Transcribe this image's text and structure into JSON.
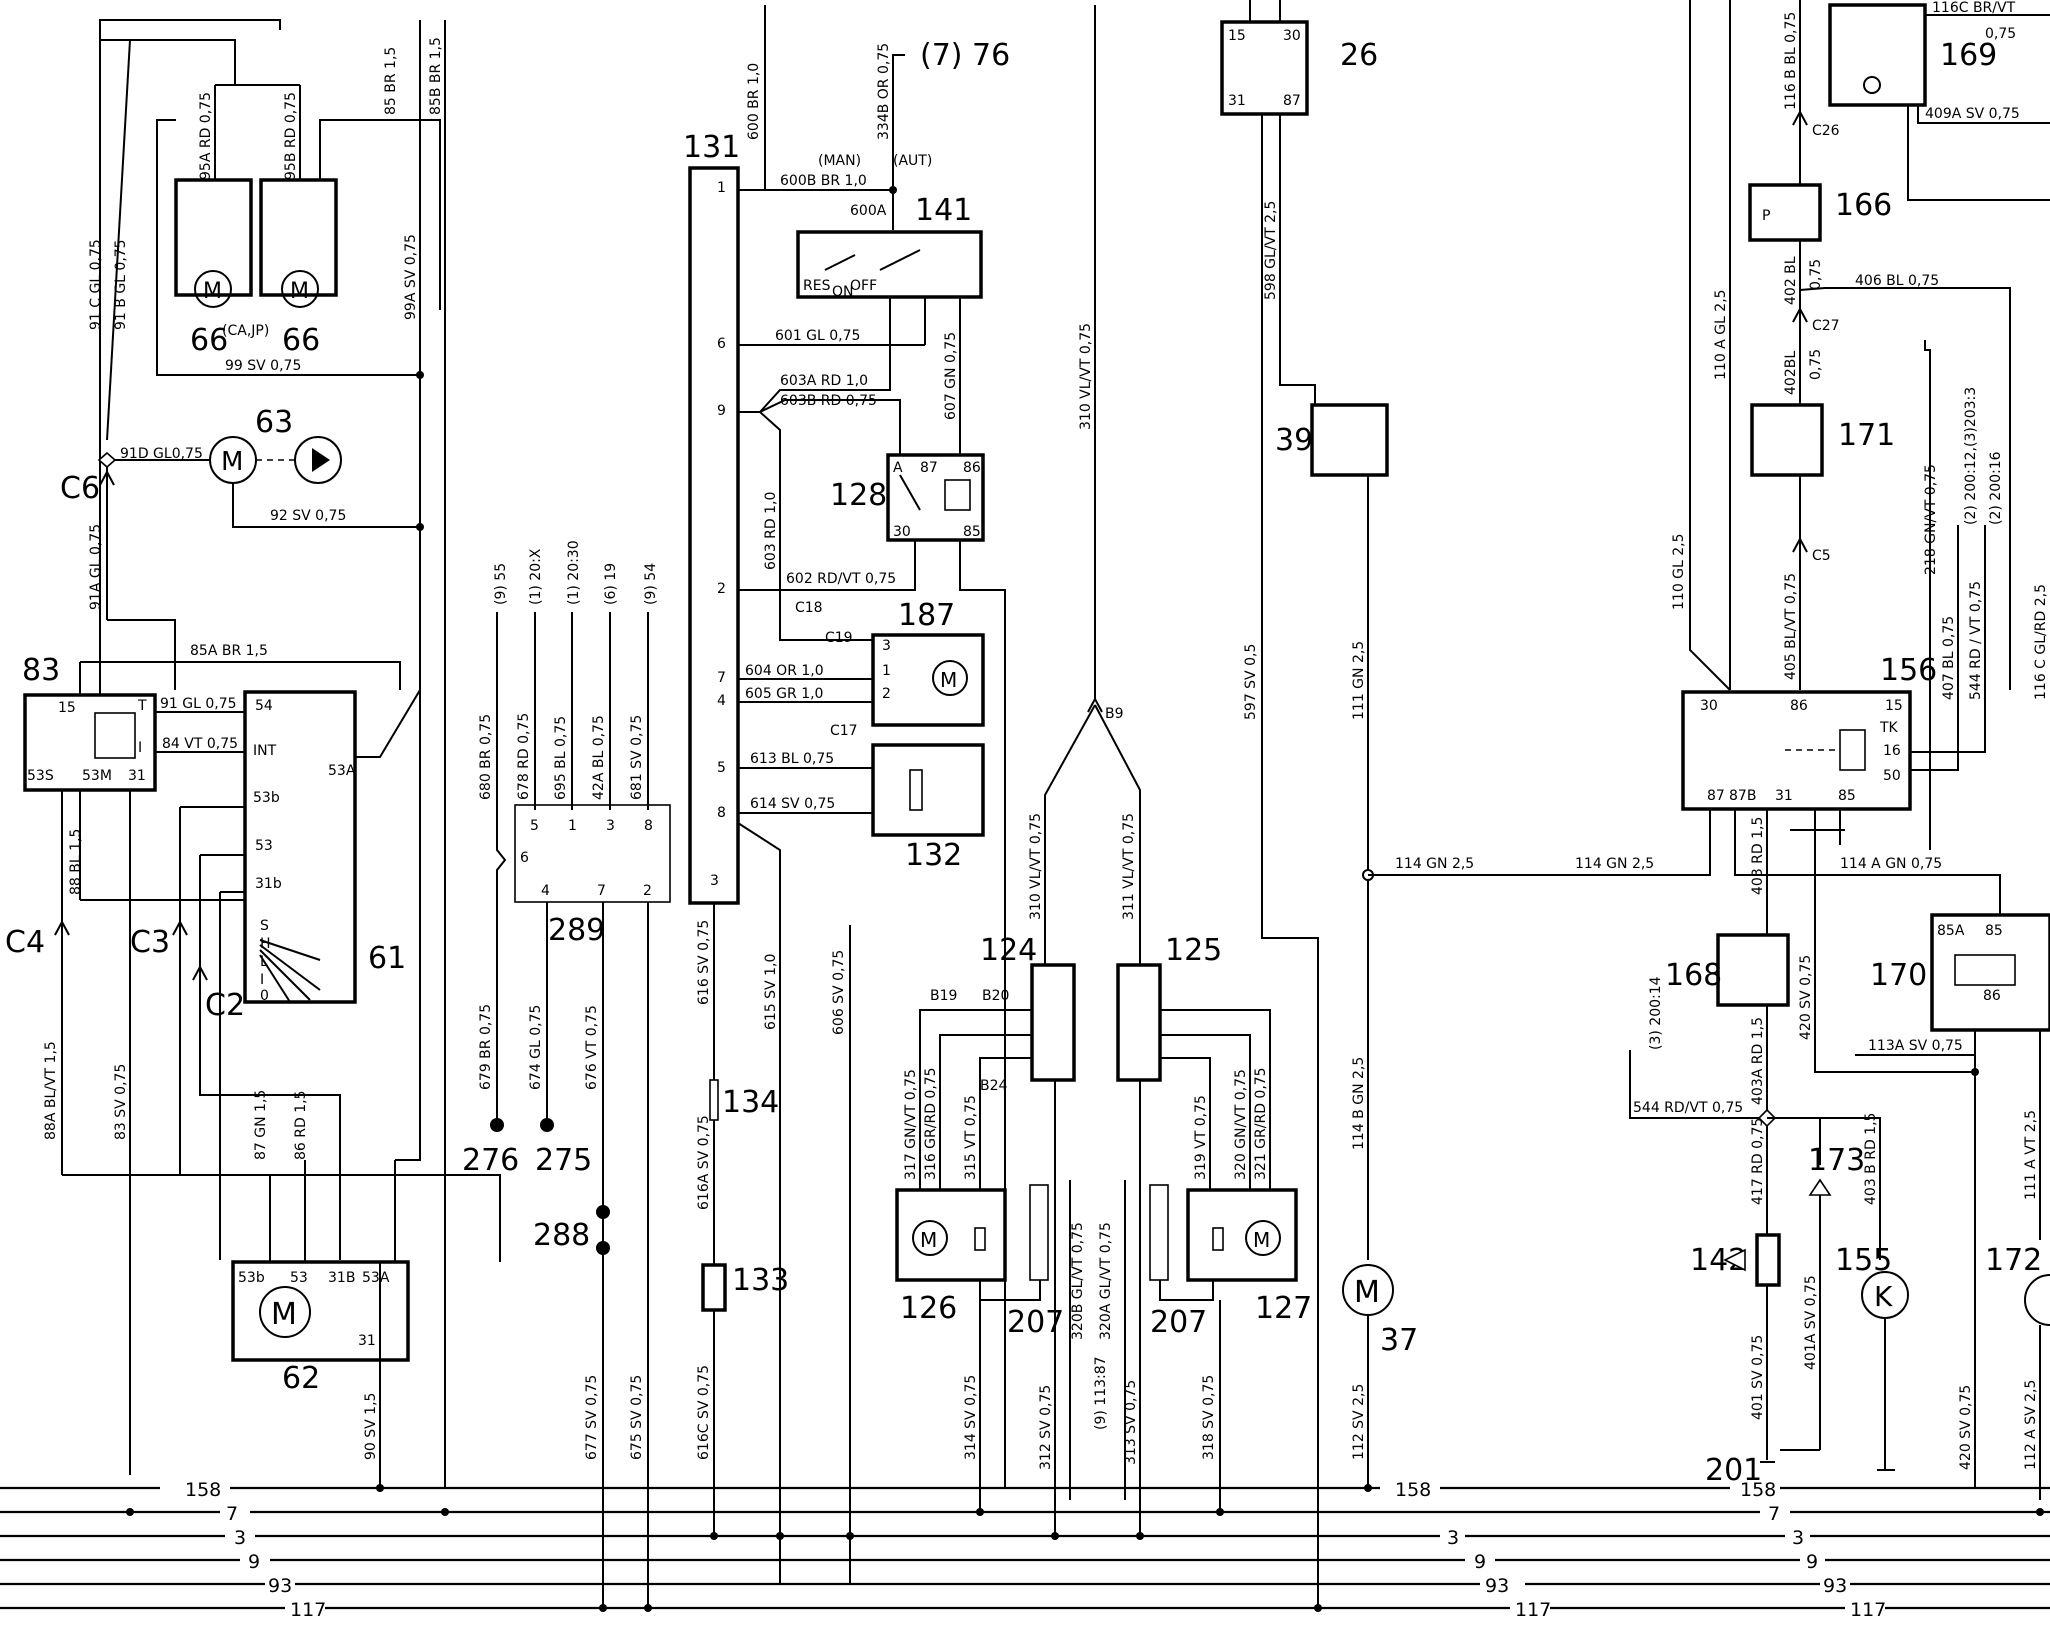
{
  "components": [
    {
      "id": "66",
      "label": "66"
    },
    {
      "id": "66b",
      "label": "66"
    },
    {
      "id": "66-market",
      "label": "(CA,JP)"
    },
    {
      "id": "63",
      "label": "63"
    },
    {
      "id": "83",
      "label": "83"
    },
    {
      "id": "61",
      "label": "61"
    },
    {
      "id": "62",
      "label": "62"
    },
    {
      "id": "131",
      "label": "131"
    },
    {
      "id": "141",
      "label": "141"
    },
    {
      "id": "128",
      "label": "128"
    },
    {
      "id": "187",
      "label": "187"
    },
    {
      "id": "132",
      "label": "132"
    },
    {
      "id": "289",
      "label": "289"
    },
    {
      "id": "134",
      "label": "134"
    },
    {
      "id": "133",
      "label": "133"
    },
    {
      "id": "276",
      "label": "276"
    },
    {
      "id": "275",
      "label": "275"
    },
    {
      "id": "288",
      "label": "288"
    },
    {
      "id": "124",
      "label": "124"
    },
    {
      "id": "125",
      "label": "125"
    },
    {
      "id": "126",
      "label": "126"
    },
    {
      "id": "127",
      "label": "127"
    },
    {
      "id": "207a",
      "label": "207"
    },
    {
      "id": "207b",
      "label": "207"
    },
    {
      "id": "26",
      "label": "26"
    },
    {
      "id": "39",
      "label": "39"
    },
    {
      "id": "37",
      "label": "37"
    },
    {
      "id": "169",
      "label": "169"
    },
    {
      "id": "166",
      "label": "166"
    },
    {
      "id": "171",
      "label": "171"
    },
    {
      "id": "156",
      "label": "156"
    },
    {
      "id": "168",
      "label": "168"
    },
    {
      "id": "155",
      "label": "155"
    },
    {
      "id": "173",
      "label": "173"
    },
    {
      "id": "142",
      "label": "142"
    },
    {
      "id": "170",
      "label": "170"
    },
    {
      "id": "172",
      "label": "172"
    },
    {
      "id": "201",
      "label": "201"
    }
  ],
  "connectors": [
    "C6",
    "C4",
    "C3",
    "C2",
    "C18",
    "C19",
    "C17",
    "B9",
    "B19",
    "B20",
    "B24",
    "C26",
    "C27",
    "C5"
  ],
  "wires": {
    "w91c": "91 C GL 0,75",
    "w91b": "91 B GL 0,75",
    "w85b": "85 BR 1,5",
    "w85bb": "85B BR 1,5",
    "w95a": "95A RD 0,75",
    "w95b": "95B RD 0,75",
    "w99a": "99A SV 0,75",
    "w99": "99 SV 0,75",
    "w91d": "91D GL0,75",
    "w92": "92 SV 0,75",
    "w91a": "91A GL 0,75",
    "w85a": "85A BR 1,5",
    "w91g": "91 GL 0,75",
    "w84": "84 VT 0,75",
    "w88": "88 BL 1,5",
    "w88a": "88A BL/VT 1,5",
    "w83": "83 SV 0,75",
    "w87": "87 GN 1,5",
    "w86": "86 RD 1,5",
    "w90": "90 SV 1,5",
    "w600": "600 BR 1,0",
    "w334b": "334B OR 0,75",
    "w600b": "600B BR 1,0",
    "w600a": "600A",
    "w601": "601 GL 0,75",
    "w603a": "603A RD 1,0",
    "w603b": "603B RD 0,75",
    "w607": "607 GN 0,75",
    "w603": "603 RD 1,0",
    "w602": "602 RD/VT 0,75",
    "w604": "604 OR 1,0",
    "w605": "605 GR 1,0",
    "w613": "613 BL 0,75",
    "w614": "614 SV 0,75",
    "w616": "616 SV 0,75",
    "w615": "615 SV 1,0",
    "w606": "606 SV 0,75",
    "w616a": "616A SV 0,75",
    "w616c": "616C SV 0,75",
    "w680": "680 BR 0,75",
    "w678": "678 RD 0,75",
    "w695": "695 BL 0,75",
    "w42a": "42A BL 0,75",
    "w681": "681 SV 0,75",
    "w679": "679 BR 0,75",
    "w674": "674 GL 0,75",
    "w676": "676 VT 0,75",
    "w677": "677 SV 0,75",
    "w675": "675 SV 0,75",
    "w310": "310 VL/VT 0,75",
    "w310b": "310 VL/VT 0,75",
    "w311": "311 VL/VT 0,75",
    "w317": "317 GN/VT 0,75",
    "w316": "316 GR/RD 0,75",
    "w315": "315 VT 0,75",
    "w319": "319 VT 0,75",
    "w320": "320 GN/VT 0,75",
    "w321": "321 GR/RD 0,75",
    "w320b": "320B GL/VT 0,75",
    "w320a": "320A GL/VT 0,75",
    "w314": "314 SV 0,75",
    "w312": "312 SV 0,75",
    "w313": "313 SV 0,75",
    "w318": "318 SV 0,75",
    "w598": "598 GL/VT 2,5",
    "w597": "597 SV 0,5",
    "w111": "111 GN 2,5",
    "w114": "114 GN 2,5",
    "w114r": "114 GN 2,5",
    "w114b": "114 B GN 2,5",
    "w112": "112 SV 2,5",
    "w116b": "116 B BL 0,75",
    "w116c": "116C BR/VT",
    "w116c_b": "0,75",
    "w409a": "409A SV 0,75",
    "w402b": "402 BL",
    "w402b_b": "0,75",
    "w406": "406 BL 0,75",
    "w110a": "110 A GL 2,5",
    "w402bl": "402BL",
    "w402bl_b": "0,75",
    "w110": "110 GL 2,5",
    "w405": "405 BL/VT 0,75",
    "w218": "218 GN/VT 0,75",
    "w407": "407 BL 0,75",
    "w544": "544 RD / VT 0,75",
    "w116cg": "116 C GL/RD 2,5",
    "w114a": "114 A GN 0,75",
    "w403": "403 RD 1,5",
    "w420": "420 SV 0,75",
    "w113a": "113A SV 0,75",
    "w544b": "544 RD/VT 0,75",
    "w403a": "403A RD 1,5",
    "w417": "417 RD 0,75",
    "w403b": "403 B RD 1,5",
    "w111a": "111 A VT 2,5",
    "w401a": "401A SV 0,75",
    "w401": "401 SV 0,75",
    "w420b": "420 SV 0,75",
    "w112a": "112 A SV 2,5"
  },
  "cross_refs": {
    "r1": "(9) 55",
    "r2": "(1) 20:X",
    "r3": "(1) 20:30",
    "r4": "(6) 19",
    "r5": "(9) 54",
    "r6": "(7) 76",
    "r7": "(9) 113:87",
    "r8": "(2) 200:12,(3)203:3",
    "r9": "(2) 200:16",
    "r10": "(3) 200:14"
  },
  "switch_labels": {
    "man": "(MAN)",
    "aut": "(AUT)",
    "res": "RES",
    "on": "ON",
    "off": "OFF",
    "p54": "54",
    "pint": "INT",
    "p53b": "53b",
    "p53": "53",
    "p31b": "31b",
    "p53a": "53A",
    "p15": "15",
    "pT": "T",
    "pI": "I",
    "p53s": "53S",
    "p53m": "53M",
    "p31": "31",
    "p53b2": "53b",
    "p53_2": "53",
    "p31b2": "31B",
    "p53a2": "53A",
    "p31_2": "31",
    "positions": "S\nH\nL\nI\n0"
  },
  "buses": [
    "158",
    "7",
    "3",
    "9",
    "93",
    "117"
  ]
}
